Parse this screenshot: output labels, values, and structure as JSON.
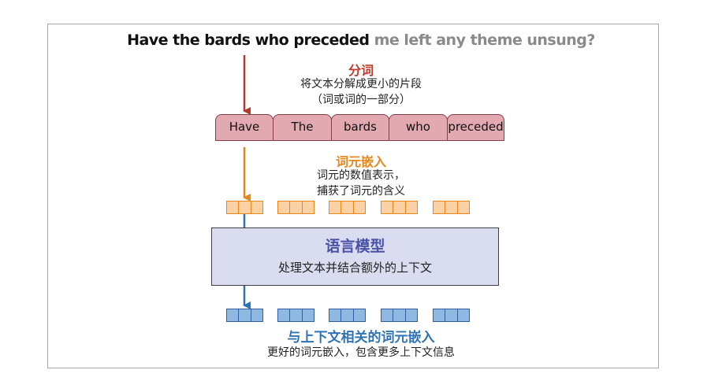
{
  "title": {
    "dark": "Have the bards who preceded",
    "gray": " me left any theme unsung?"
  },
  "tokenization": {
    "heading": "分词",
    "line1": "将文本分解成更小的片段",
    "line2": "（词或词的一部分）"
  },
  "tokens": [
    "Have",
    "The",
    "bards",
    "who",
    "preceded"
  ],
  "token_embedding": {
    "heading": "词元嵌入",
    "line1": "词元的数值表示，",
    "line2": "捕获了词元的含义"
  },
  "language_model": {
    "title": "语言模型",
    "subtitle": "处理文本并结合额外的上下文"
  },
  "contextual_embedding": {
    "heading": "与上下文相关的词元嵌入",
    "line1": "更好的词元嵌入，包含更多上下文信息"
  },
  "colors": {
    "red": "#c0392b",
    "orange": "#e8861a",
    "blue": "#2f73b5",
    "token_fill": "#e2a9b1",
    "lm_fill": "#dadcf0"
  }
}
